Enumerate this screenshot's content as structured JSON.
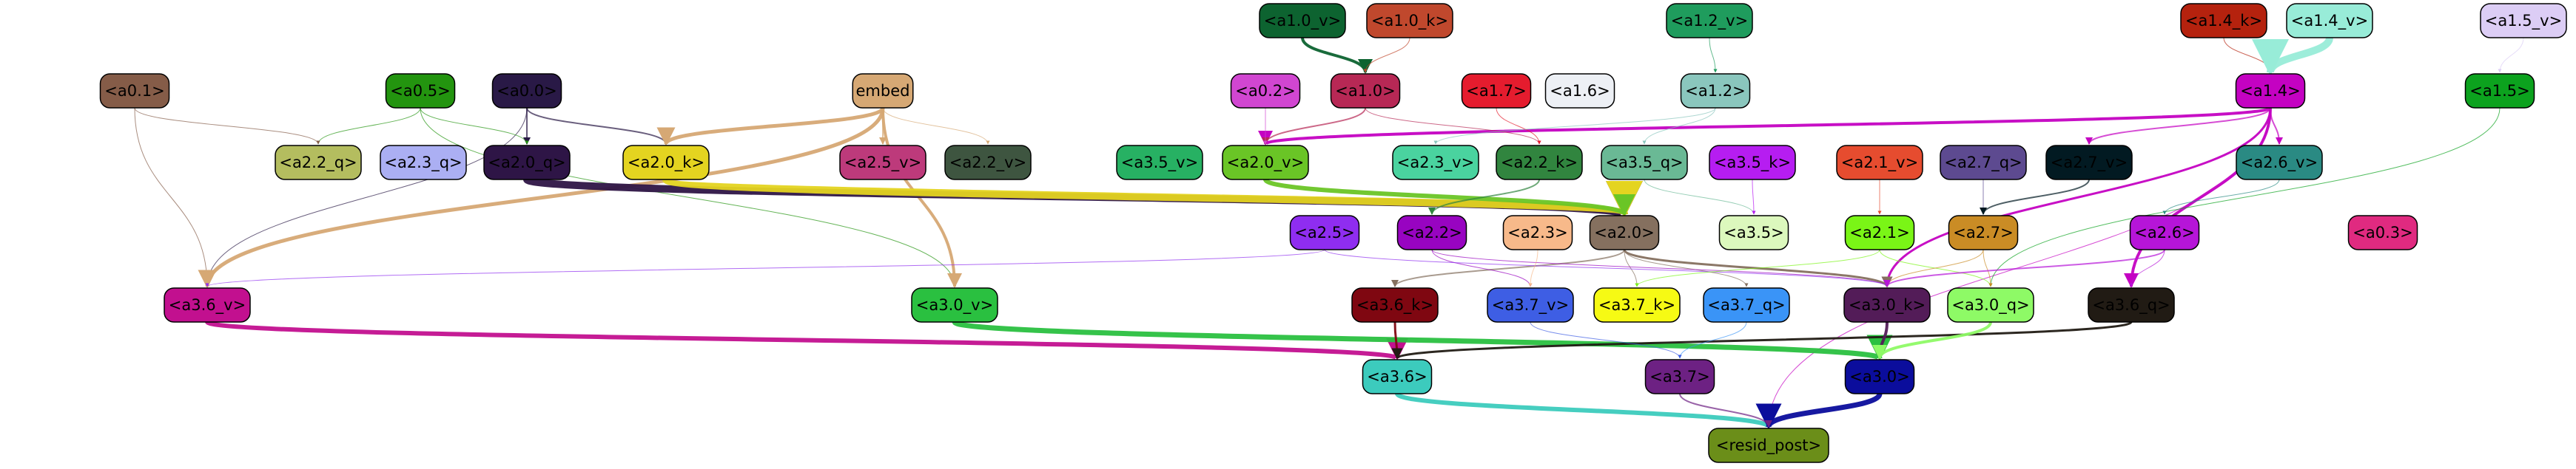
{
  "nodes": [
    {
      "id": "a1_0_v",
      "label": "<a1.0_v>",
      "fill": "#0d6330",
      "text": "#000000"
    },
    {
      "id": "a1_0_k",
      "label": "<a1.0_k>",
      "fill": "#c0482d",
      "text": "#000000"
    },
    {
      "id": "a1_2_v",
      "label": "<a1.2_v>",
      "fill": "#1f9c5d",
      "text": "#000000"
    },
    {
      "id": "a1_4_k",
      "label": "<a1.4_k>",
      "fill": "#b5220e",
      "text": "#000000"
    },
    {
      "id": "a1_4_v",
      "label": "<a1.4_v>",
      "fill": "#98ecd8",
      "text": "#000000"
    },
    {
      "id": "a1_5_v",
      "label": "<a1.5_v>",
      "fill": "#dccdf5",
      "text": "#000000"
    },
    {
      "id": "a0_1",
      "label": "<a0.1>",
      "fill": "#855c48",
      "text": "#000000"
    },
    {
      "id": "a0_5",
      "label": "<a0.5>",
      "fill": "#23940f",
      "text": "#000000"
    },
    {
      "id": "a0_0",
      "label": "<a0.0>",
      "fill": "#291946",
      "text": "#000000"
    },
    {
      "id": "embed",
      "label": "embed",
      "fill": "#d6a874",
      "text": "#000000"
    },
    {
      "id": "a0_2",
      "label": "<a0.2>",
      "fill": "#d146d1",
      "text": "#000000"
    },
    {
      "id": "a1_0",
      "label": "<a1.0>",
      "fill": "#b72855",
      "text": "#000000"
    },
    {
      "id": "a1_7",
      "label": "<a1.7>",
      "fill": "#e51c2e",
      "text": "#000000"
    },
    {
      "id": "a1_6",
      "label": "<a1.6>",
      "fill": "#edf0f5",
      "text": "#000000"
    },
    {
      "id": "a1_2",
      "label": "<a1.2>",
      "fill": "#8ac6bd",
      "text": "#000000"
    },
    {
      "id": "a1_4",
      "label": "<a1.4>",
      "fill": "#c402c2",
      "text": "#000000"
    },
    {
      "id": "a1_5",
      "label": "<a1.5>",
      "fill": "#0ca21e",
      "text": "#000000"
    },
    {
      "id": "a2_2_q",
      "label": "<a2.2_q>",
      "fill": "#b4bd5f",
      "text": "#000000"
    },
    {
      "id": "a2_3_q",
      "label": "<a2.3_q>",
      "fill": "#abaff3",
      "text": "#000000"
    },
    {
      "id": "a2_0_q",
      "label": "<a2.0_q>",
      "fill": "#2e1546",
      "text": "#000000"
    },
    {
      "id": "a2_0_k",
      "label": "<a2.0_k>",
      "fill": "#e4d420",
      "text": "#000000"
    },
    {
      "id": "a2_5_v",
      "label": "<a2.5_v>",
      "fill": "#bd3a7b",
      "text": "#000000"
    },
    {
      "id": "a2_2_v",
      "label": "<a2.2_v>",
      "fill": "#3e5540",
      "text": "#000000"
    },
    {
      "id": "a3_5_v",
      "label": "<a3.5_v>",
      "fill": "#27b163",
      "text": "#000000"
    },
    {
      "id": "a2_0_v",
      "label": "<a2.0_v>",
      "fill": "#6ac526",
      "text": "#000000"
    },
    {
      "id": "a2_3_v",
      "label": "<a2.3_v>",
      "fill": "#4ad39f",
      "text": "#000000"
    },
    {
      "id": "a2_2_k",
      "label": "<a2.2_k>",
      "fill": "#31853f",
      "text": "#000000"
    },
    {
      "id": "a3_5_q",
      "label": "<a3.5_q>",
      "fill": "#6ab995",
      "text": "#000000"
    },
    {
      "id": "a3_5_k",
      "label": "<a3.5_k>",
      "fill": "#b61df1",
      "text": "#000000"
    },
    {
      "id": "a2_1_v",
      "label": "<a2.1_v>",
      "fill": "#e64c2f",
      "text": "#000000"
    },
    {
      "id": "a2_7_q",
      "label": "<a2.7_q>",
      "fill": "#5d4a90",
      "text": "#000000"
    },
    {
      "id": "a2_7_v",
      "label": "<a2.7_v>",
      "fill": "#021a22",
      "text": "#000000"
    },
    {
      "id": "a2_6_v",
      "label": "<a2.6_v>",
      "fill": "#2a8a83",
      "text": "#000000"
    },
    {
      "id": "a2_5",
      "label": "<a2.5>",
      "fill": "#8f2df0",
      "text": "#000000"
    },
    {
      "id": "a2_2",
      "label": "<a2.2>",
      "fill": "#9804c1",
      "text": "#000000"
    },
    {
      "id": "a2_3",
      "label": "<a2.3>",
      "fill": "#f7b98a",
      "text": "#000000"
    },
    {
      "id": "a2_0",
      "label": "<a2.0>",
      "fill": "#85705f",
      "text": "#000000"
    },
    {
      "id": "a3_5",
      "label": "<a3.5>",
      "fill": "#dcf8bd",
      "text": "#000000"
    },
    {
      "id": "a2_1",
      "label": "<a2.1>",
      "fill": "#7af516",
      "text": "#000000"
    },
    {
      "id": "a2_7",
      "label": "<a2.7>",
      "fill": "#ca8c25",
      "text": "#000000"
    },
    {
      "id": "a2_6",
      "label": "<a2.6>",
      "fill": "#b615d8",
      "text": "#000000"
    },
    {
      "id": "a0_3",
      "label": "<a0.3>",
      "fill": "#e02a80",
      "text": "#000000"
    },
    {
      "id": "a3_6_v",
      "label": "<a3.6_v>",
      "fill": "#c2108f",
      "text": "#000000"
    },
    {
      "id": "a3_0_v",
      "label": "<a3.0_v>",
      "fill": "#2ac040",
      "text": "#000000"
    },
    {
      "id": "a3_6_k",
      "label": "<a3.6_k>",
      "fill": "#7f0711",
      "text": "#000000"
    },
    {
      "id": "a3_7_v",
      "label": "<a3.7_v>",
      "fill": "#3e5ee4",
      "text": "#000000"
    },
    {
      "id": "a3_7_k",
      "label": "<a3.7_k>",
      "fill": "#f6fa14",
      "text": "#000000"
    },
    {
      "id": "a3_7_q",
      "label": "<a3.7_q>",
      "fill": "#3a94f7",
      "text": "#000000"
    },
    {
      "id": "a3_0_k",
      "label": "<a3.0_k>",
      "fill": "#531c58",
      "text": "#000000"
    },
    {
      "id": "a3_0_q",
      "label": "<a3.0_q>",
      "fill": "#8efa66",
      "text": "#000000"
    },
    {
      "id": "a3_6_q",
      "label": "<a3.6_q>",
      "fill": "#211b14",
      "text": "#000000"
    },
    {
      "id": "a3_6",
      "label": "<a3.6>",
      "fill": "#3ccbbd",
      "text": "#000000"
    },
    {
      "id": "a3_7",
      "label": "<a3.7>",
      "fill": "#6d2183",
      "text": "#000000"
    },
    {
      "id": "a3_0",
      "label": "<a3.0>",
      "fill": "#0b0d9c",
      "text": "#000000"
    },
    {
      "id": "resid_post",
      "label": "<resid_post>",
      "fill": "#6b8e19",
      "text": "#000000"
    }
  ],
  "edges": [
    {
      "from": "a1_0_v",
      "to": "a1_0",
      "color": "#0d6330",
      "weight": 4
    },
    {
      "from": "a1_0_k",
      "to": "a1_0",
      "color": "#c0482d",
      "weight": 1
    },
    {
      "from": "a1_2_v",
      "to": "a1_2",
      "color": "#1f9c5d",
      "weight": 1
    },
    {
      "from": "a1_4_k",
      "to": "a1_4",
      "color": "#b5220e",
      "weight": 1
    },
    {
      "from": "a1_4_v",
      "to": "a1_4",
      "color": "#98ecd8",
      "weight": 10
    },
    {
      "from": "a1_5_v",
      "to": "a1_5",
      "color": "#dccdf5",
      "weight": 1
    },
    {
      "from": "a1_4",
      "to": "a2_0_v",
      "color": "#c402c2",
      "weight": 4
    },
    {
      "from": "a1_4",
      "to": "a2_7_v",
      "color": "#c402c2",
      "weight": 2
    },
    {
      "from": "a1_4",
      "to": "a2_6_v",
      "color": "#c402c2",
      "weight": 2
    },
    {
      "from": "a1_4",
      "to": "a3_6_q",
      "color": "#c402c2",
      "weight": 4
    },
    {
      "from": "a1_4",
      "to": "a3_0_k",
      "color": "#c402c2",
      "weight": 3
    },
    {
      "from": "a1_4",
      "to": "resid_post",
      "color": "#c402c2",
      "weight": 1
    },
    {
      "from": "a1_0",
      "to": "a2_0_v",
      "color": "#b72855",
      "weight": 2
    },
    {
      "from": "a1_0",
      "to": "a2_2_k",
      "color": "#b72855",
      "weight": 1
    },
    {
      "from": "a1_7",
      "to": "a2_2_k",
      "color": "#e51c2e",
      "weight": 1
    },
    {
      "from": "a1_2",
      "to": "a2_3_v",
      "color": "#8ac6bd",
      "weight": 1
    },
    {
      "from": "a1_2",
      "to": "a3_5_q",
      "color": "#8ac6bd",
      "weight": 1
    },
    {
      "from": "a1_5",
      "to": "a3_0_q",
      "color": "#0ca21e",
      "weight": 1
    },
    {
      "from": "a0_2",
      "to": "a2_0_v",
      "color": "#d146d1",
      "weight": 1
    },
    {
      "from": "a0_0",
      "to": "a2_0_q",
      "color": "#291946",
      "weight": 2
    },
    {
      "from": "a0_0",
      "to": "a2_0_k",
      "color": "#291946",
      "weight": 2
    },
    {
      "from": "a0_0",
      "to": "a3_6_v",
      "color": "#291946",
      "weight": 1
    },
    {
      "from": "a0_5",
      "to": "a2_2_q",
      "color": "#23940f",
      "weight": 1
    },
    {
      "from": "a0_5",
      "to": "a2_0_q",
      "color": "#23940f",
      "weight": 1
    },
    {
      "from": "a0_5",
      "to": "a3_0_v",
      "color": "#23940f",
      "weight": 1
    },
    {
      "from": "a0_1",
      "to": "a3_6_v",
      "color": "#855c48",
      "weight": 1
    },
    {
      "from": "a0_1",
      "to": "a2_2_q",
      "color": "#855c48",
      "weight": 1
    },
    {
      "from": "embed",
      "to": "a2_0_k",
      "color": "#d6a874",
      "weight": 5
    },
    {
      "from": "embed",
      "to": "a3_6_v",
      "color": "#d6a874",
      "weight": 5
    },
    {
      "from": "embed",
      "to": "a3_0_v",
      "color": "#d6a874",
      "weight": 4
    },
    {
      "from": "embed",
      "to": "a2_5_v",
      "color": "#d6a874",
      "weight": 2
    },
    {
      "from": "embed",
      "to": "a2_2_v",
      "color": "#d6a874",
      "weight": 1
    },
    {
      "from": "a2_0_q",
      "to": "a2_0",
      "color": "#2e1546",
      "weight": 10
    },
    {
      "from": "a2_0_k",
      "to": "a2_0",
      "color": "#e4d420",
      "weight": 10
    },
    {
      "from": "a2_0_v",
      "to": "a2_0",
      "color": "#6ac526",
      "weight": 6
    },
    {
      "from": "a2_2_k",
      "to": "a2_2",
      "color": "#31853f",
      "weight": 2
    },
    {
      "from": "a3_5_q",
      "to": "a3_5",
      "color": "#6ab995",
      "weight": 1
    },
    {
      "from": "a3_5_k",
      "to": "a3_5",
      "color": "#b61df1",
      "weight": 1
    },
    {
      "from": "a2_1_v",
      "to": "a2_1",
      "color": "#e64c2f",
      "weight": 1
    },
    {
      "from": "a2_7_q",
      "to": "a2_7",
      "color": "#5d4a90",
      "weight": 1
    },
    {
      "from": "a2_7_v",
      "to": "a2_7",
      "color": "#021a22",
      "weight": 2
    },
    {
      "from": "a2_6_v",
      "to": "a2_6",
      "color": "#2a8a83",
      "weight": 1
    },
    {
      "from": "a2_0",
      "to": "a3_6_k",
      "color": "#85705f",
      "weight": 2
    },
    {
      "from": "a2_0",
      "to": "a3_0_k",
      "color": "#85705f",
      "weight": 3
    },
    {
      "from": "a2_0",
      "to": "a3_7_q",
      "color": "#85705f",
      "weight": 1
    },
    {
      "from": "a2_0",
      "to": "a3_7_k",
      "color": "#85705f",
      "weight": 1
    },
    {
      "from": "a2_2",
      "to": "a3_7_v",
      "color": "#9804c1",
      "weight": 1
    },
    {
      "from": "a2_2",
      "to": "a3_0_k",
      "color": "#9804c1",
      "weight": 1
    },
    {
      "from": "a2_5",
      "to": "a3_6_v",
      "color": "#8f2df0",
      "weight": 1
    },
    {
      "from": "a2_5",
      "to": "a3_0_k",
      "color": "#8f2df0",
      "weight": 1
    },
    {
      "from": "a2_3",
      "to": "a3_7_v",
      "color": "#f7b98a",
      "weight": 1
    },
    {
      "from": "a2_1",
      "to": "a3_7_k",
      "color": "#7af516",
      "weight": 1
    },
    {
      "from": "a2_1",
      "to": "a3_0_q",
      "color": "#7af516",
      "weight": 1
    },
    {
      "from": "a2_7",
      "to": "a3_0_k",
      "color": "#ca8c25",
      "weight": 1
    },
    {
      "from": "a2_7",
      "to": "a3_0_q",
      "color": "#ca8c25",
      "weight": 1
    },
    {
      "from": "a2_6",
      "to": "a3_0_k",
      "color": "#b615d8",
      "weight": 2
    },
    {
      "from": "a2_6",
      "to": "a3_6_q",
      "color": "#b615d8",
      "weight": 1
    },
    {
      "from": "a3_6_v",
      "to": "a3_6",
      "color": "#c2108f",
      "weight": 6
    },
    {
      "from": "a3_0_v",
      "to": "a3_0",
      "color": "#2ac040",
      "weight": 7
    },
    {
      "from": "a3_6_k",
      "to": "a3_6",
      "color": "#7f0711",
      "weight": 3
    },
    {
      "from": "a3_6_q",
      "to": "a3_6",
      "color": "#211b14",
      "weight": 3
    },
    {
      "from": "a3_0_k",
      "to": "a3_0",
      "color": "#531c58",
      "weight": 4
    },
    {
      "from": "a3_0_q",
      "to": "a3_0",
      "color": "#8efa66",
      "weight": 4
    },
    {
      "from": "a3_7_q",
      "to": "a3_7",
      "color": "#3a94f7",
      "weight": 1
    },
    {
      "from": "a3_7_v",
      "to": "a3_7",
      "color": "#3e5ee4",
      "weight": 1
    },
    {
      "from": "a3_6",
      "to": "resid_post",
      "color": "#3ccbbd",
      "weight": 6
    },
    {
      "from": "a3_0",
      "to": "resid_post",
      "color": "#0b0d9c",
      "weight": 7
    },
    {
      "from": "a3_7",
      "to": "resid_post",
      "color": "#6d2183",
      "weight": 2
    }
  ]
}
